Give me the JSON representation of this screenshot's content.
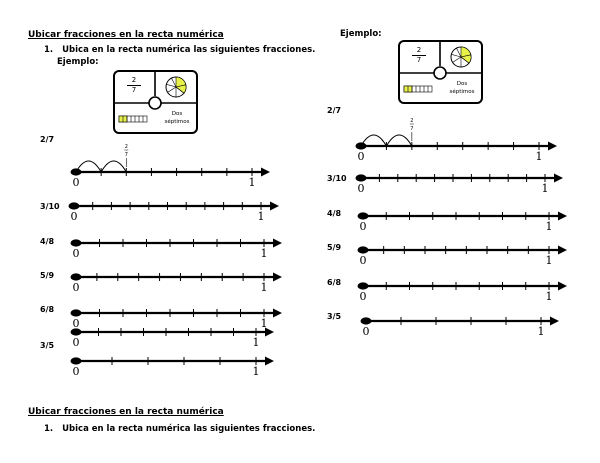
{
  "worksheet": {
    "title": "Ubicar fracciones en la recta numérica",
    "instruction_number": "1.",
    "instruction": "Ubica en la recta numérica las siguientes fracciones.",
    "example_label": "Ejemplo:"
  },
  "puzzle": {
    "fraction_num": "2",
    "fraction_den": "7",
    "words_line1": "Dos",
    "words_line2": "séptimos",
    "accent_color": "#e8f04a"
  },
  "number_line": {
    "start_label": "0",
    "end_label": "1"
  },
  "example_mark": {
    "num": "2",
    "den": "7"
  },
  "left_exercises": [
    {
      "fraction": "2/7",
      "ticks": 7
    },
    {
      "fraction": "3/10",
      "ticks": 10
    },
    {
      "fraction": "4/8",
      "ticks": 8
    },
    {
      "fraction": "5/9",
      "ticks": 9
    },
    {
      "fraction": "6/8",
      "ticks": 8
    },
    {
      "fraction": "",
      "ticks": 8
    },
    {
      "fraction": "3/5",
      "ticks": 5
    }
  ],
  "right_exercises": [
    {
      "fraction": "2/7",
      "ticks": 7
    },
    {
      "fraction": "3/10",
      "ticks": 10
    },
    {
      "fraction": "4/8",
      "ticks": 8
    },
    {
      "fraction": "5/9",
      "ticks": 9
    },
    {
      "fraction": "6/8",
      "ticks": 8
    },
    {
      "fraction": "3/5",
      "ticks": 5
    }
  ]
}
